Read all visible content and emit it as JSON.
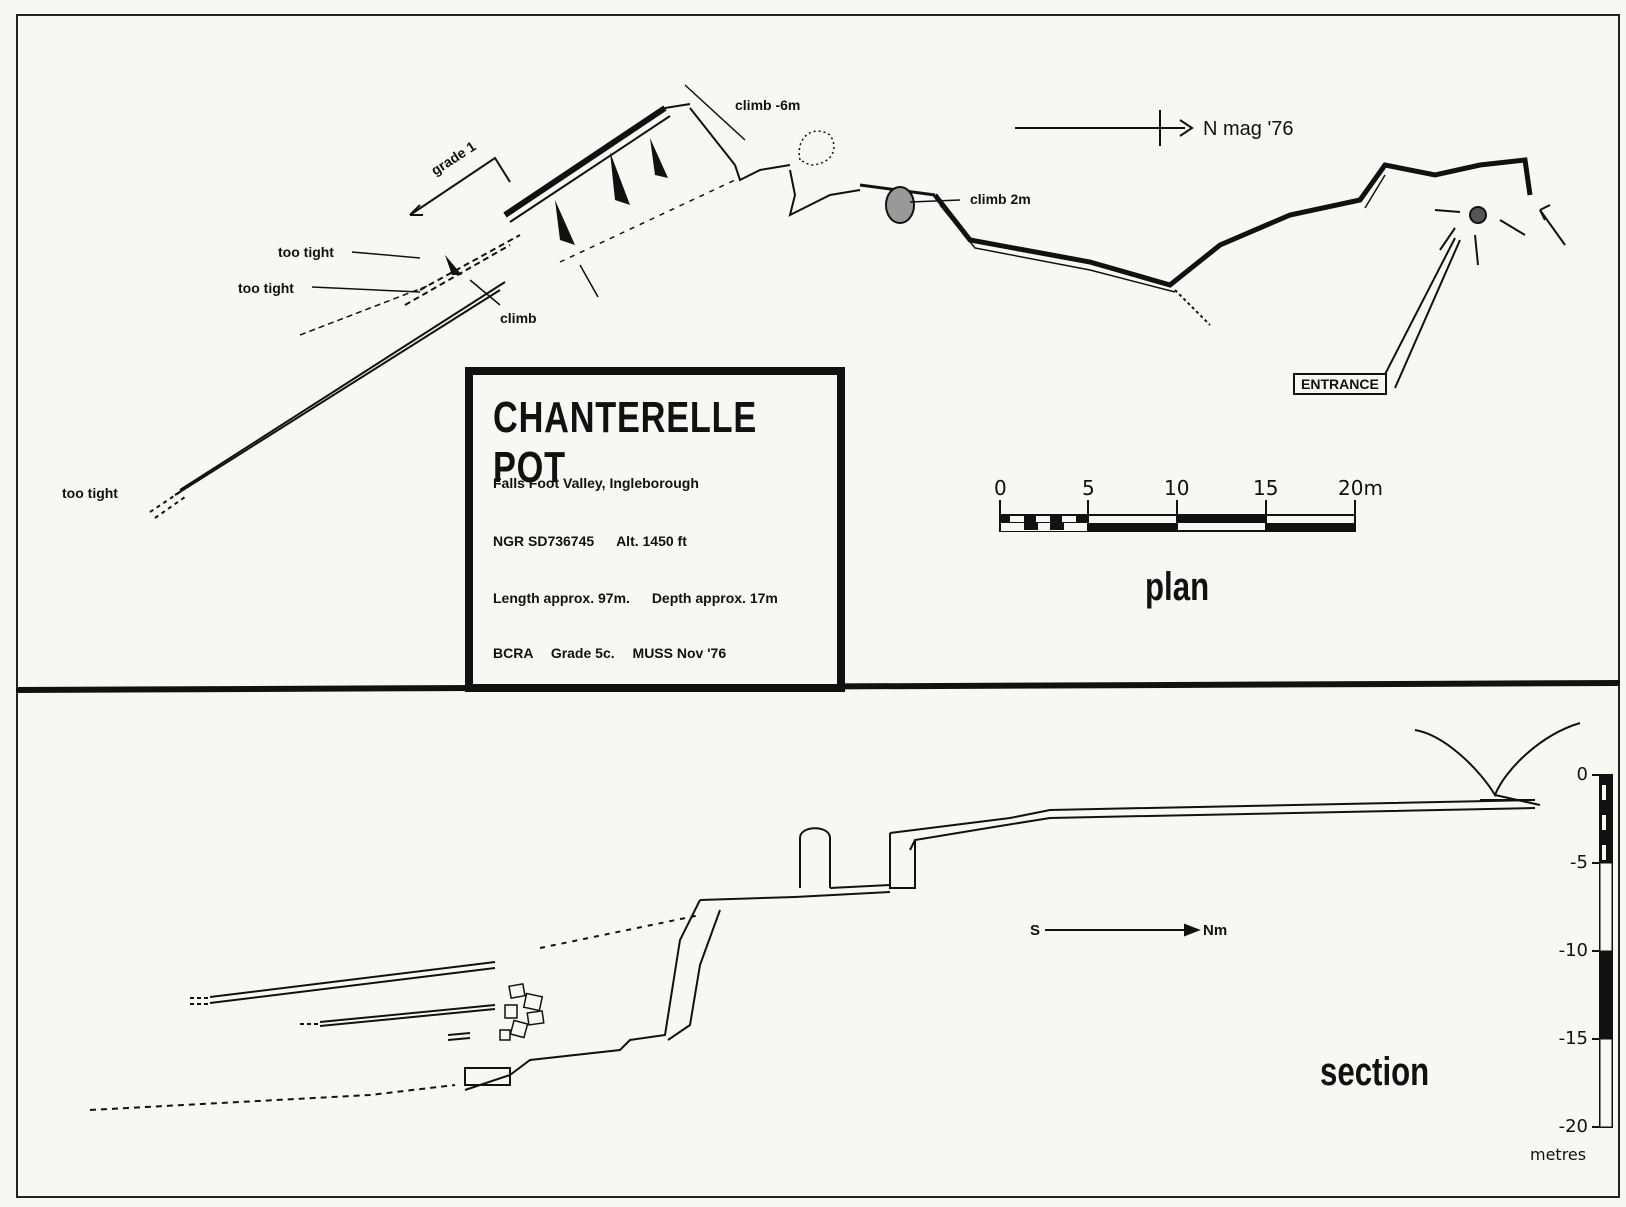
{
  "title": "CHANTERELLE POT",
  "info": {
    "location": "Falls Foot Valley, Ingleborough",
    "ngr": "NGR SD736745",
    "alt": "Alt. 1450 ft",
    "length": "Length approx. 97m.",
    "depth": "Depth approx. 17m",
    "bcra": "BCRA",
    "grade": "Grade 5c.",
    "survey": "MUSS Nov '76"
  },
  "plan": {
    "label": "plan",
    "north": "N mag '76",
    "climb_6m": "climb -6m",
    "climb_2m": "climb 2m",
    "climb": "climb",
    "grade_1": "grade 1",
    "too_tight_1": "too tight",
    "too_tight_2": "too tight",
    "too_tight_3": "too tight",
    "entrance": "ENTRANCE",
    "scale_ticks": [
      "0",
      "5",
      "10",
      "15",
      "20m"
    ]
  },
  "section": {
    "label": "section",
    "s": "S",
    "nm": "Nm",
    "depth_ticks": [
      "0",
      "-5",
      "-10",
      "-15",
      "-20"
    ],
    "depth_unit": "metres"
  }
}
